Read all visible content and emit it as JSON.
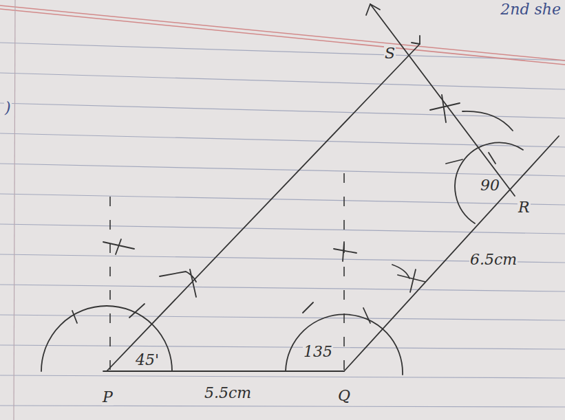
{
  "diagram": {
    "labels": [
      "2nd she",
      ")",
      "S",
      "45'",
      "135",
      "90",
      "R",
      "6.5cm",
      "P",
      "5.5cm",
      "Q"
    ]
  }
}
